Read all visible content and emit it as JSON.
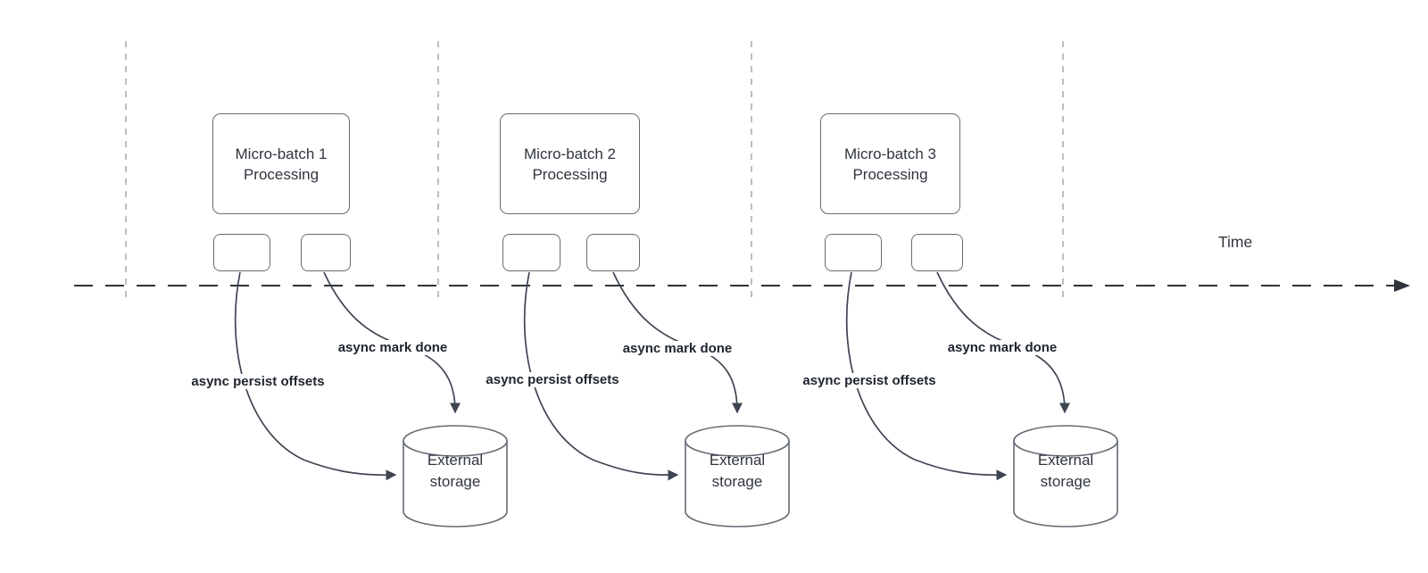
{
  "diagram_type": "micro-batch streaming timeline",
  "time_axis": {
    "label": "Time"
  },
  "sections": [
    {
      "processing_label": "Micro-batch 1 Processing",
      "persist_label": "async persist offsets",
      "mark_done_label": "async mark done",
      "storage_label": "External storage"
    },
    {
      "processing_label": "Micro-batch 2 Processing",
      "persist_label": "async persist offsets",
      "mark_done_label": "async mark done",
      "storage_label": "External storage"
    },
    {
      "processing_label": "Micro-batch 3 Processing",
      "persist_label": "async persist offsets",
      "mark_done_label": "async mark done",
      "storage_label": "External storage"
    }
  ],
  "colors": {
    "background": "#ffffff",
    "connector": "#3e4552",
    "timeline": "#2e323a",
    "lane_divider": "#b0b3b8",
    "shape_border": "#646b75",
    "text": "#30353f",
    "label_text": "#20252f"
  }
}
